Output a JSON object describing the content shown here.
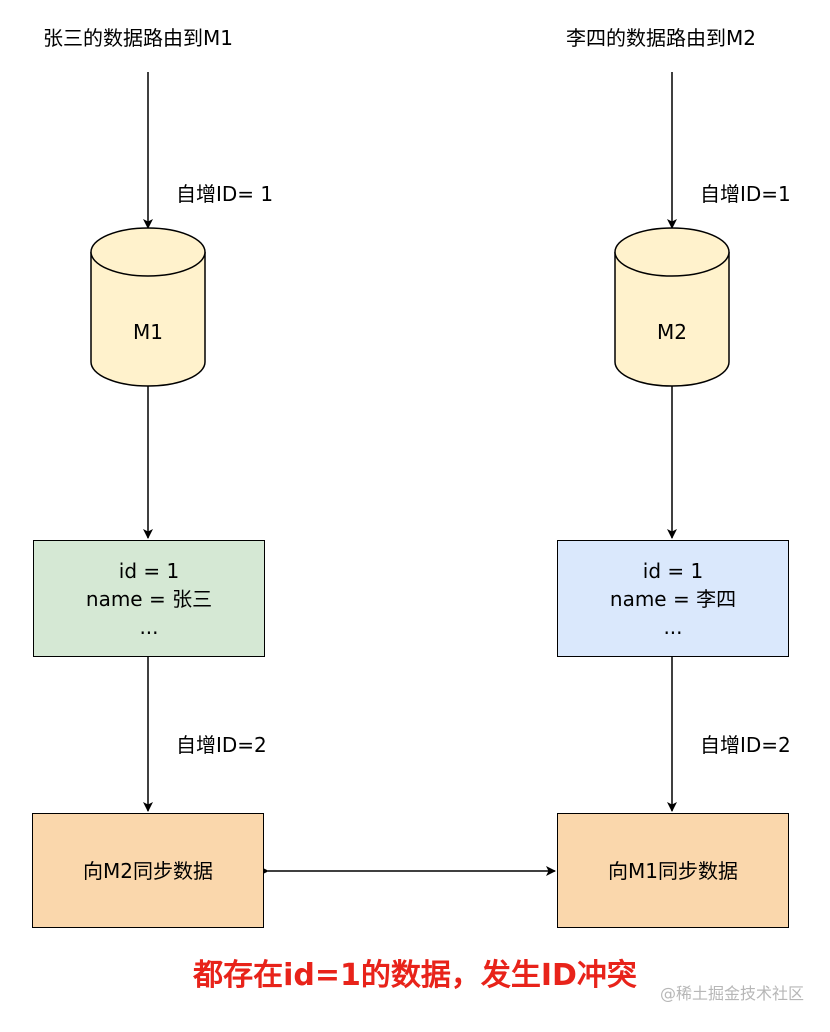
{
  "colors": {
    "cylinder_fill": "#fff2cc",
    "left_record_fill": "#d5e8d4",
    "right_record_fill": "#dae8fc",
    "sync_fill": "#f8cecc",
    "sync_fill_orange": "#fad7ac",
    "conclusion_text": "#e8231a",
    "watermark_text": "#b7b7b7"
  },
  "left": {
    "route_label": "张三的数据路由到M1",
    "autoinc_label_1": "自增ID= 1",
    "db_name": "M1",
    "record": {
      "line1": "id = 1",
      "line2": "name = 张三",
      "line3": "..."
    },
    "autoinc_label_2": "自增ID=2",
    "sync_label": "向M2同步数据"
  },
  "right": {
    "route_label": "李四的数据路由到M2",
    "autoinc_label_1": "自增ID=1",
    "db_name": "M2",
    "record": {
      "line1": "id = 1",
      "line2": "name = 李四",
      "line3": "..."
    },
    "autoinc_label_2": "自增ID=2",
    "sync_label": "向M1同步数据"
  },
  "conclusion": "都存在id=1的数据，发生ID冲突",
  "watermark": "@稀土掘金技术社区"
}
